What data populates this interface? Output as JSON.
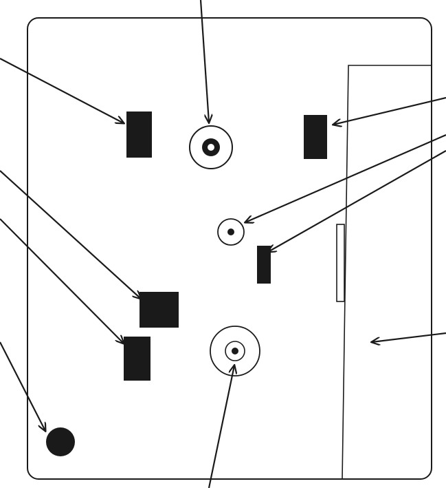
{
  "diagram": {
    "colors": {
      "stroke": "#1a1a1a",
      "fill": "#1a1a1a",
      "background": "#ffffff"
    },
    "components": [
      "panel-outline",
      "side-compartment",
      "side-slot",
      "top-left-rect-pad",
      "top-coaxial-connector",
      "top-right-rect-pad",
      "center-small-connector",
      "center-small-rect-pad",
      "center-square-pad",
      "lower-left-rect-pad",
      "bottom-coaxial-connector",
      "bottom-left-dot"
    ],
    "arrows": [
      "arrow-top-connector",
      "arrow-top-left-pad",
      "arrow-top-right-pad",
      "arrow-center-connector",
      "arrow-center-small-pad",
      "arrow-square-pad",
      "arrow-lower-left-pad",
      "arrow-bottom-dot",
      "arrow-side-compartment",
      "arrow-bottom-connector"
    ]
  }
}
